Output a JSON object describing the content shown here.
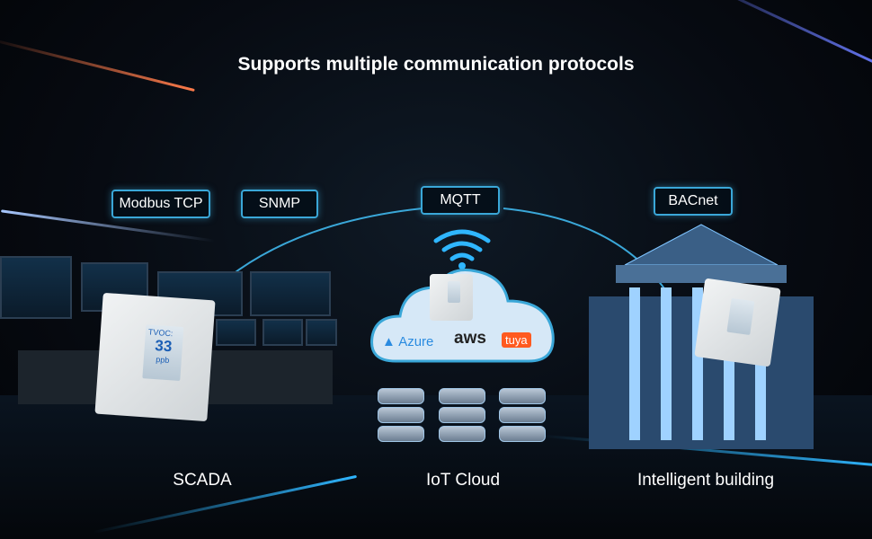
{
  "title": "Supports multiple communication protocols",
  "protocols": {
    "modbus": "Modbus TCP",
    "snmp": "SNMP",
    "mqtt": "MQTT",
    "bacnet": "BACnet"
  },
  "captions": {
    "scada": "SCADA",
    "cloud": "IoT Cloud",
    "building": "Intelligent building"
  },
  "cloud_logos": {
    "azure": "Azure",
    "aws": "aws",
    "tuya": "tuya"
  },
  "device": {
    "label": "TVOC:",
    "value": "33",
    "unit": "ppb"
  },
  "colors": {
    "accent": "#3aa7d8",
    "azure": "#2a8be0",
    "tuya": "#ff5a1f"
  }
}
